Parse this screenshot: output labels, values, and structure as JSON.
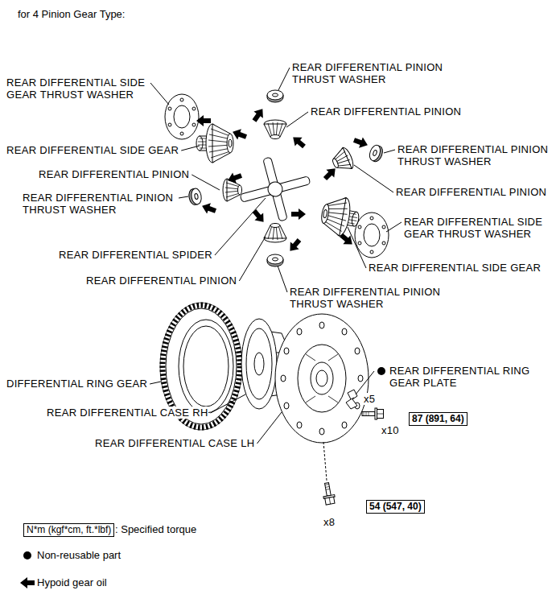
{
  "diagram": {
    "title": "for 4 Pinion Gear Type:",
    "nodes": [
      {
        "text": [
          "87 (891, 64)"
        ]
      },
      {
        "text": [
          "54 (547, 40)"
        ]
      },
      {
        "text": [
          "N*m (kgf*cm, ft.*lbf)"
        ]
      }
    ],
    "labels": [
      "REAR DIFFERENTIAL PINION THRUST WASHER",
      "REAR DIFFERENTIAL SIDE GEAR THRUST WASHER",
      "REAR DIFFERENTIAL PINION",
      "REAR DIFFERENTIAL SIDE GEAR",
      "REAR DIFFERENTIAL PINION THRUST WASHER",
      "REAR DIFFERENTIAL PINION",
      "REAR DIFFERENTIAL PINION THRUST WASHER",
      "REAR DIFFERENTIAL PINION",
      "REAR DIFFERENTIAL SIDE GEAR THRUST WASHER",
      "REAR DIFFERENTIAL SPIDER",
      "REAR DIFFERENTIAL SIDE GEAR",
      "REAR DIFFERENTIAL PINION",
      "REAR DIFFERENTIAL PINION THRUST WASHER",
      "REAR DIFFERENTIAL RING GEAR PLATE",
      "DIFFERENTIAL RING GEAR",
      "REAR DIFFERENTIAL CASE RH",
      "REAR DIFFERENTIAL CASE LH",
      "x5",
      "x10",
      "x8"
    ],
    "legend": [
      {
        "text": ": Specified torque"
      },
      {
        "text": "Non-reusable part"
      },
      {
        "text": "Hypoid gear oil"
      }
    ]
  }
}
